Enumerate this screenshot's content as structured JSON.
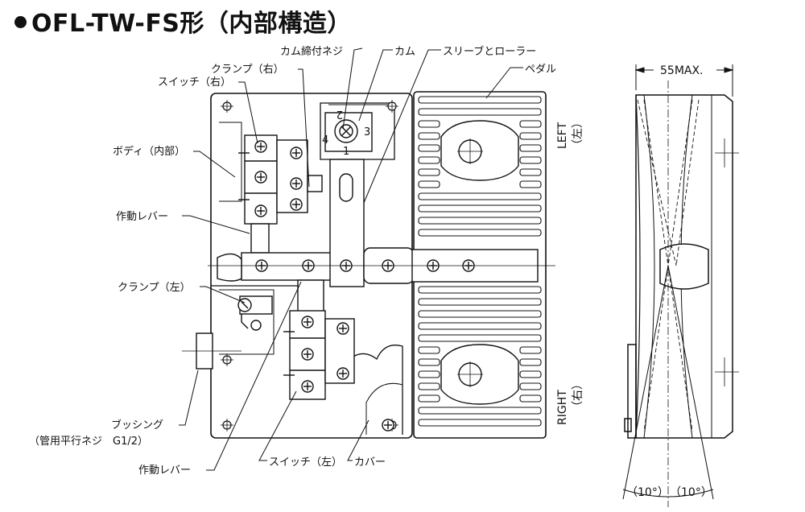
{
  "title": "OFL-TW-FS形（内部構造）",
  "labels": {
    "cam_screw": "カム締付ネジ",
    "cam": "カム",
    "sleeve_roller": "スリーブとローラー",
    "clamp_right": "クランプ（右）",
    "switch_right": "スイッチ（右）",
    "pedal": "ペダル",
    "body_inner": "ボディ（内部）",
    "lever_top": "作動レバー",
    "clamp_left": "クランプ（左）",
    "bushing": "ブッシング",
    "bushing_note": "（管用平行ネジ　G1/2）",
    "lever_bottom": "作動レバー",
    "switch_left": "スイッチ（左）",
    "cover": "カバー",
    "left_side": "LEFT",
    "left_side_jp": "（左）",
    "right_side": "RIGHT",
    "right_side_jp": "（右）",
    "cam_num_1": "1",
    "cam_num_2": "2",
    "cam_num_3": "3",
    "cam_num_4": "4"
  },
  "dimensions": {
    "width": "55MAX.",
    "angle_left": "（10°）",
    "angle_right": "（10°）"
  }
}
